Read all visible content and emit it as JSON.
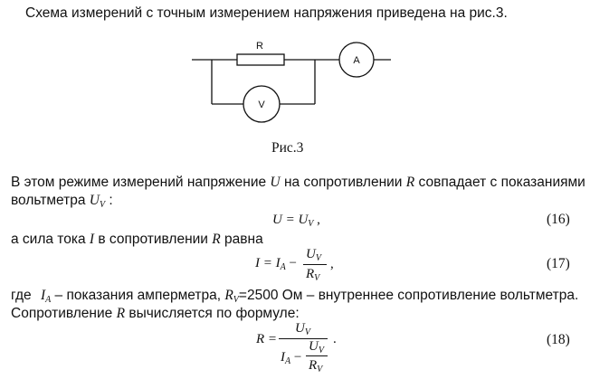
{
  "intro": "Схема измерений с точным измерением напряжения приведена на рис.3.",
  "figure": {
    "resistor_label": "R",
    "ammeter_label": "A",
    "voltmeter_label": "V",
    "caption": "Рис.3"
  },
  "para1": {
    "line1_a": "В этом режиме измерений напряжение",
    "line1_u": "U",
    "line1_b": "на сопротивлении",
    "line1_r": "R",
    "line1_c": "совпадает с показаниями",
    "line2_a": "вольтметра",
    "line2_u": "U",
    "line2_sub": "V",
    "line2_b": ":"
  },
  "eq16": {
    "lhs": "U = U",
    "sub": "V",
    "tail": " ,",
    "number": "(16)"
  },
  "para2": {
    "a": "а сила тока",
    "i": "I",
    "b": "в сопротивлении",
    "r": "R",
    "c": "равна"
  },
  "eq17": {
    "lhs": "I = I",
    "sub_a": "A",
    "minus": "−",
    "num": "U",
    "num_sub": "V",
    "den": "R",
    "den_sub": "V",
    "tail": ",",
    "number": "(17)"
  },
  "para3": {
    "a": "где",
    "ia": "I",
    "ia_sub": "A",
    "b": "– показания амперметра,",
    "rv": "R",
    "rv_sub": "V",
    "c": "=2500 Ом – внутреннее сопротивление вольтметра."
  },
  "para4": {
    "a": "Сопротивление",
    "r": "R",
    "b": "вычисляется по формуле:"
  },
  "eq18": {
    "lhs": "R =",
    "num": "U",
    "num_sub": "V",
    "den_a": "I",
    "den_a_sub": "A",
    "den_minus": "−",
    "den_num": "U",
    "den_num_sub": "V",
    "den_den": "R",
    "den_den_sub": "V",
    "tail": ".",
    "number": "(18)"
  }
}
